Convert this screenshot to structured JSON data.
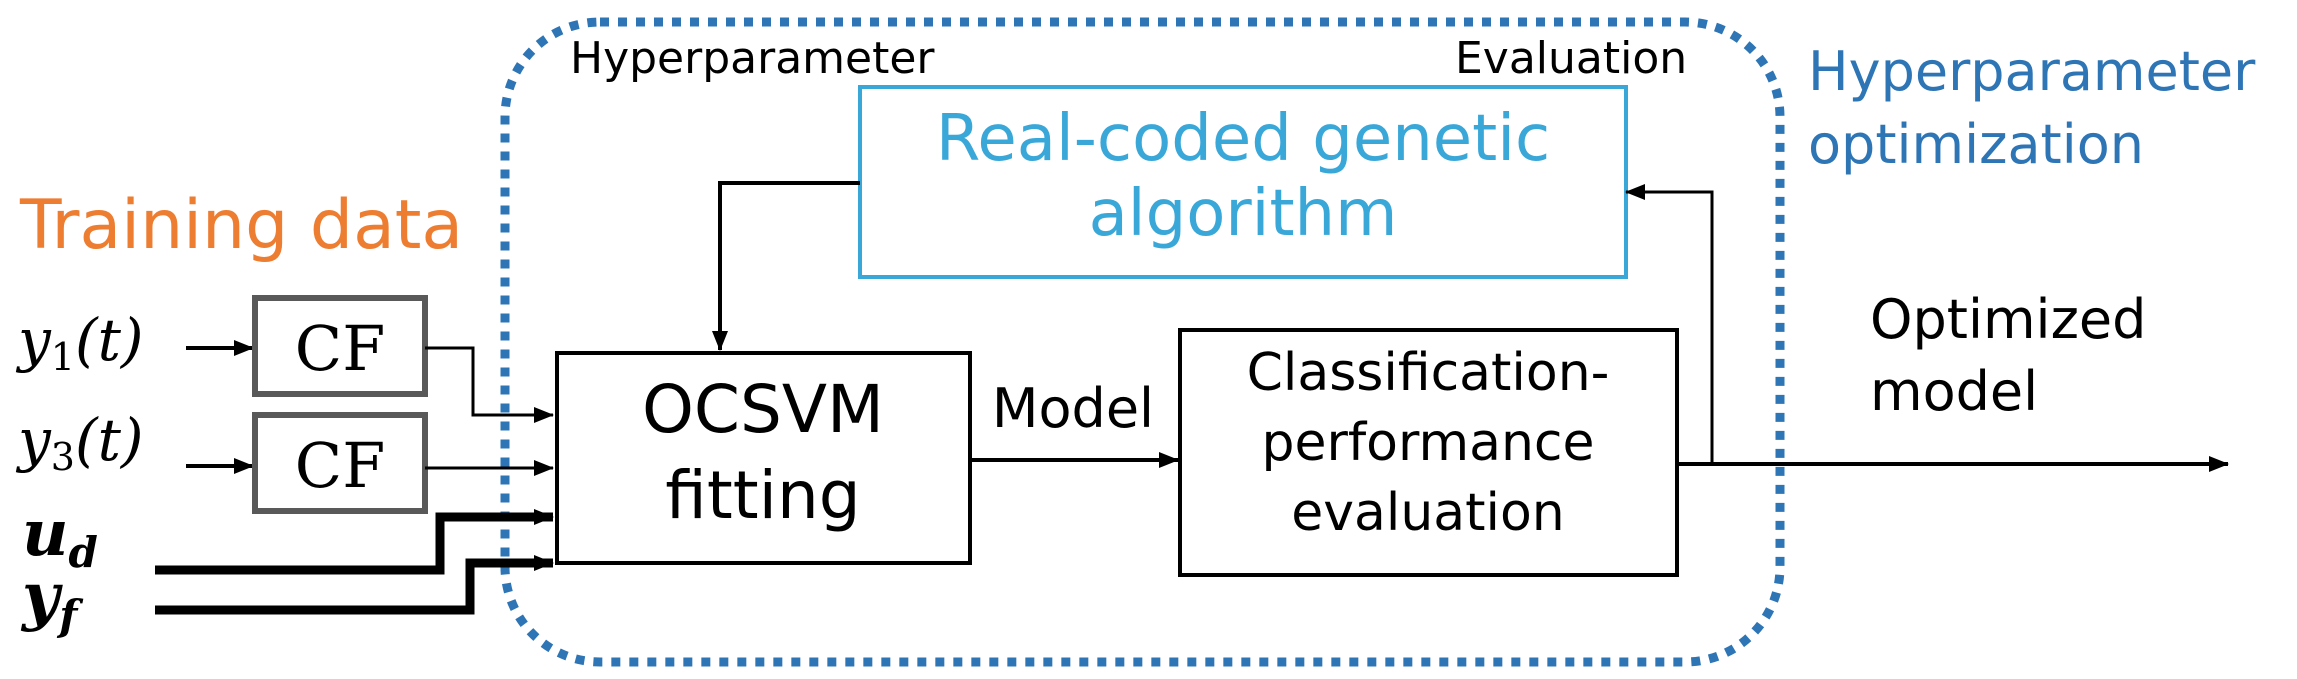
{
  "labels": {
    "training_data": "Training data",
    "hyperparameter_left": "Hyperparameter",
    "evaluation_top": "Evaluation",
    "hyperparameter_opt_line1": "Hyperparameter",
    "hyperparameter_opt_line2": "optimization",
    "ga_line1": "Real-coded genetic",
    "ga_line2": "algorithm",
    "ocsvm_line1": "OCSVM",
    "ocsvm_line2": "fitting",
    "model": "Model",
    "eval_line1": "Classification-",
    "eval_line2": "performance",
    "eval_line3": "evaluation",
    "optimized_line1": "Optimized",
    "optimized_line2": "model",
    "cf1": "CF",
    "cf2": "CF"
  },
  "inputs": {
    "y1_base": "y",
    "y1_sub": "1",
    "y1_arg": "(t)",
    "y3_base": "y",
    "y3_sub": "3",
    "y3_arg": "(t)",
    "ud_base": "u",
    "ud_sub": "d",
    "yf_base": "y",
    "yf_sub": "f"
  },
  "colors": {
    "training_data": "#ED7D31",
    "optimization_text": "#2E75B6",
    "dotted_border": "#2E75B6",
    "ga_text": "#3AA7D9",
    "ga_border": "#3AA7D9",
    "cf_border": "#595959",
    "lines": "#000000"
  }
}
